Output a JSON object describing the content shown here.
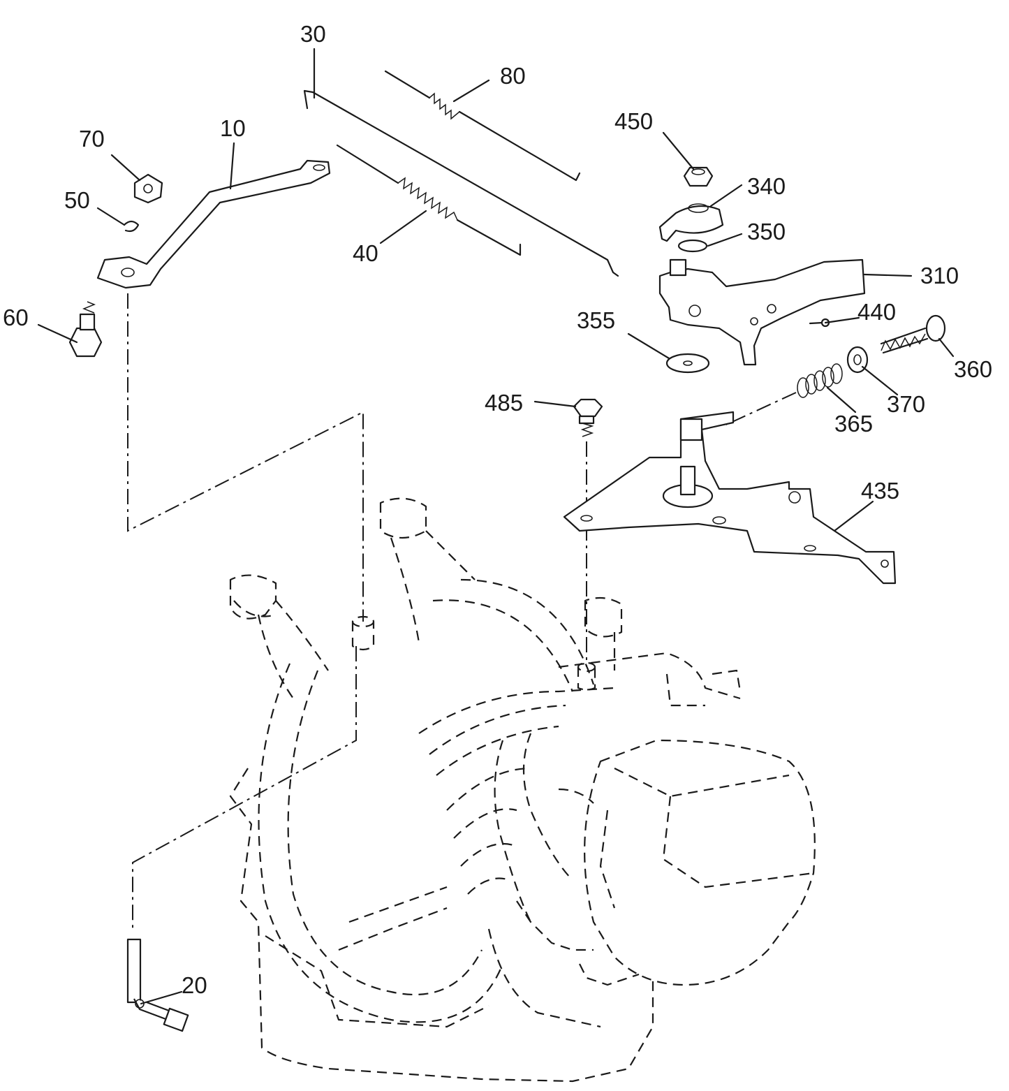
{
  "diagram": {
    "part_callouts": [
      {
        "id": "p10",
        "label": "10"
      },
      {
        "id": "p20",
        "label": "20"
      },
      {
        "id": "p30",
        "label": "30"
      },
      {
        "id": "p40",
        "label": "40"
      },
      {
        "id": "p50",
        "label": "50"
      },
      {
        "id": "p60",
        "label": "60"
      },
      {
        "id": "p70",
        "label": "70"
      },
      {
        "id": "p80",
        "label": "80"
      },
      {
        "id": "p310",
        "label": "310"
      },
      {
        "id": "p340",
        "label": "340"
      },
      {
        "id": "p350",
        "label": "350"
      },
      {
        "id": "p355",
        "label": "355"
      },
      {
        "id": "p360",
        "label": "360"
      },
      {
        "id": "p365",
        "label": "365"
      },
      {
        "id": "p370",
        "label": "370"
      },
      {
        "id": "p435",
        "label": "435"
      },
      {
        "id": "p440",
        "label": "440"
      },
      {
        "id": "p450",
        "label": "450"
      },
      {
        "id": "p485",
        "label": "485"
      }
    ]
  }
}
